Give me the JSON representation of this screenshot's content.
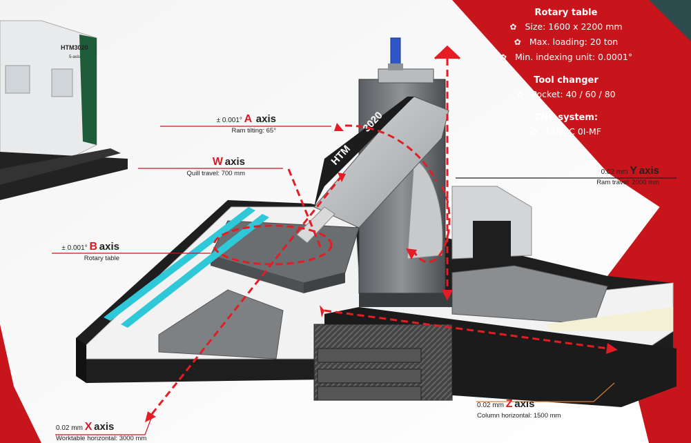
{
  "colors": {
    "brand_red": "#c8151b",
    "dark_teal": "#2d4a4d",
    "machine_gray": "#8f9396"
  },
  "machine": {
    "model": "HTM3020",
    "model_sub": "5-axis",
    "brand": "HTM",
    "badge_number": "3020"
  },
  "specs": {
    "rotary_table": {
      "title": "Rotary table",
      "items": [
        "Size: 1600 x 2200 mm",
        "Max. loading: 20 ton",
        "Min. indexing unit: 0.0001°"
      ]
    },
    "tool_changer": {
      "title": "Tool changer",
      "items": [
        "Pocket: 40 / 60 / 80"
      ]
    },
    "cnc": {
      "title": "CNC system:",
      "items": [
        "FANUC 0I-MF"
      ]
    }
  },
  "axes": {
    "A": {
      "precision": "± 0.001°",
      "letter": "A",
      "word": "axis",
      "detail": "Ram tilting: 65°"
    },
    "W": {
      "precision": "",
      "letter": "W",
      "word": "axis",
      "detail": "Quill travel: 700 mm"
    },
    "B": {
      "precision": "± 0.001°",
      "letter": "B",
      "word": "axis",
      "detail": "Rotary table"
    },
    "Y": {
      "precision": "0.02 mm",
      "letter": "Y",
      "word": "axis",
      "detail": "Ram travel: 2000 mm"
    },
    "X": {
      "precision": "0.02 mm",
      "letter": "X",
      "word": "axis",
      "detail": "Worktable horizontal: 3000 mm"
    },
    "Z": {
      "precision": "0.02 mm",
      "letter": "Z",
      "word": "axis",
      "detail": "Column horizontal: 1500 mm"
    }
  }
}
